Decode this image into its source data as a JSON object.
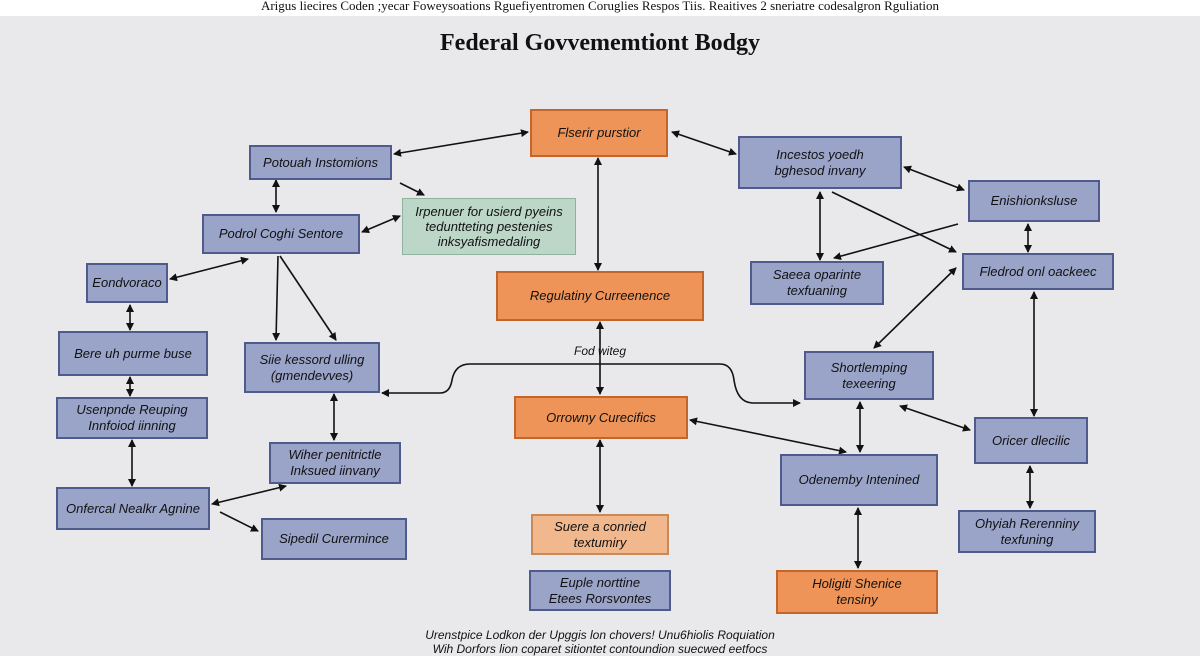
{
  "header": {
    "top_text": "Arigus liecires Coden ;yecar Foweysoations Rguefiyentromen Coruglies Respos Tiis. Reaitives 2 sneriatre codesalgron Rguliation",
    "title": "Federal Govvememtiont Bodgy"
  },
  "nodes": {
    "center_top": {
      "line1": "Flserir purstior",
      "line2": ""
    },
    "regulating": {
      "line1": "Regulatiny Curreenence",
      "line2": ""
    },
    "orrowny": {
      "line1": "Orrowny Curecifics",
      "line2": ""
    },
    "suere": {
      "line1": "Suere a conried",
      "line2": "textumiry"
    },
    "euple": {
      "line1": "Euple norttine",
      "line2": "Etees Rorsvontes"
    },
    "potouah": {
      "line1": "Potouah Instomions",
      "line2": ""
    },
    "podrol": {
      "line1": "Podrol Coghi Sentore",
      "line2": ""
    },
    "ipenuer": {
      "line1": "Irpenuer for usierd pyeins",
      "line2": "teduntteting pestenies",
      "line3": "inksyafismedaling"
    },
    "endvoraco": {
      "line1": "Eondvoraco",
      "line2": ""
    },
    "bereuh": {
      "line1": "Bere uh purme buse",
      "line2": ""
    },
    "usenpnde": {
      "line1": "Usenpnde Reuping",
      "line2": "Innfoiod iinning"
    },
    "onfercal": {
      "line1": "Onfercal Nealkr Agnine",
      "line2": ""
    },
    "siie": {
      "line1": "Siie kessord ulling",
      "line2": "(gmendevves)"
    },
    "wiher": {
      "line1": "Wiher penitrictle",
      "line2": "Inksued iinvany"
    },
    "sipedi": {
      "line1": "Sipedil Curermince",
      "line2": ""
    },
    "incestos": {
      "line1": "Incestos yoedh",
      "line2": "bghesod invany"
    },
    "enishion": {
      "line1": "Enishionksluse",
      "line2": ""
    },
    "saeea": {
      "line1": "Saeea oparinte",
      "line2": "texfuaning"
    },
    "fledrod": {
      "line1": "Fledrod onl oackeec",
      "line2": ""
    },
    "shortlemping": {
      "line1": "Shortlemping",
      "line2": "texeering"
    },
    "oricer": {
      "line1": "Oricer dlecilic",
      "line2": ""
    },
    "odenemby": {
      "line1": "Odenemby Intenined",
      "line2": ""
    },
    "ohyiah": {
      "line1": "Ohyiah Rerenniny",
      "line2": "texfuning"
    },
    "holigiti": {
      "line1": "Holigiti Shenice",
      "line2": "tensiny"
    }
  },
  "edge_label": "Fod witeg",
  "footer": {
    "line1": "Urenstpice Lodkon der Upggis lon chovers! Unu6hiolis Roquiation",
    "line2": "Wih Dorfors lion coparet sitiontet contoundion suecwed eetfocs"
  },
  "colors": {
    "background": "#e9e9eb",
    "blue_fill": "#9aa4c8",
    "blue_border": "#4f5b8c",
    "orange_fill": "#ef9458",
    "peach_fill": "#f1b78d",
    "green_fill": "#bcd6c8"
  }
}
